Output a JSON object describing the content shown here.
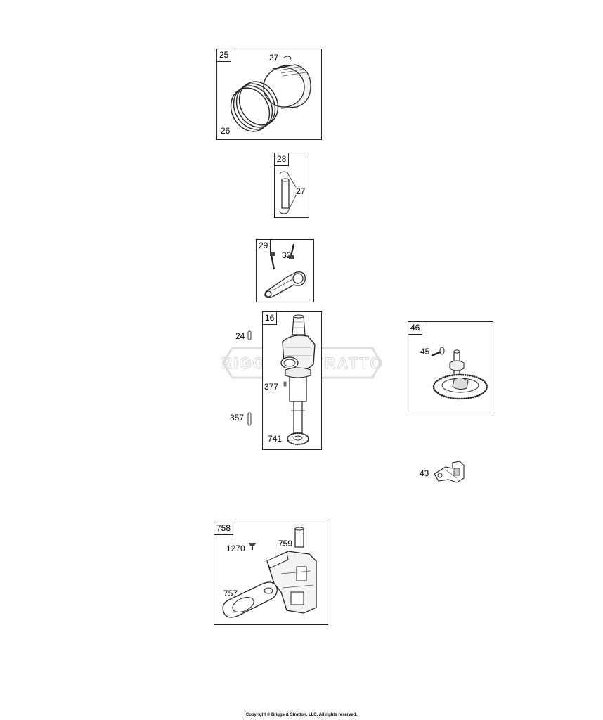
{
  "groups": {
    "piston": {
      "ref": "25",
      "labels": {
        "ring_clip": "27",
        "rings": "26"
      }
    },
    "pin": {
      "ref": "28",
      "labels": {
        "clips": "27"
      }
    },
    "rod": {
      "ref": "29",
      "labels": {
        "bolts": "32"
      }
    },
    "crank": {
      "ref": "16",
      "labels": {
        "key": "24",
        "plug": "377",
        "pin": "357",
        "gear": "741"
      }
    },
    "cam": {
      "ref": "46",
      "labels": {
        "pin": "45"
      }
    },
    "governor": {
      "labels": {
        "assembly": "43"
      }
    },
    "breather": {
      "ref": "758",
      "labels": {
        "screw": "1270",
        "tube": "759",
        "plate": "757"
      }
    }
  },
  "watermark": {
    "brand": "BRIGGS & STRATTON"
  },
  "footer": {
    "copyright": "Copyright © Briggs & Stratton, LLC. All rights reserved."
  }
}
